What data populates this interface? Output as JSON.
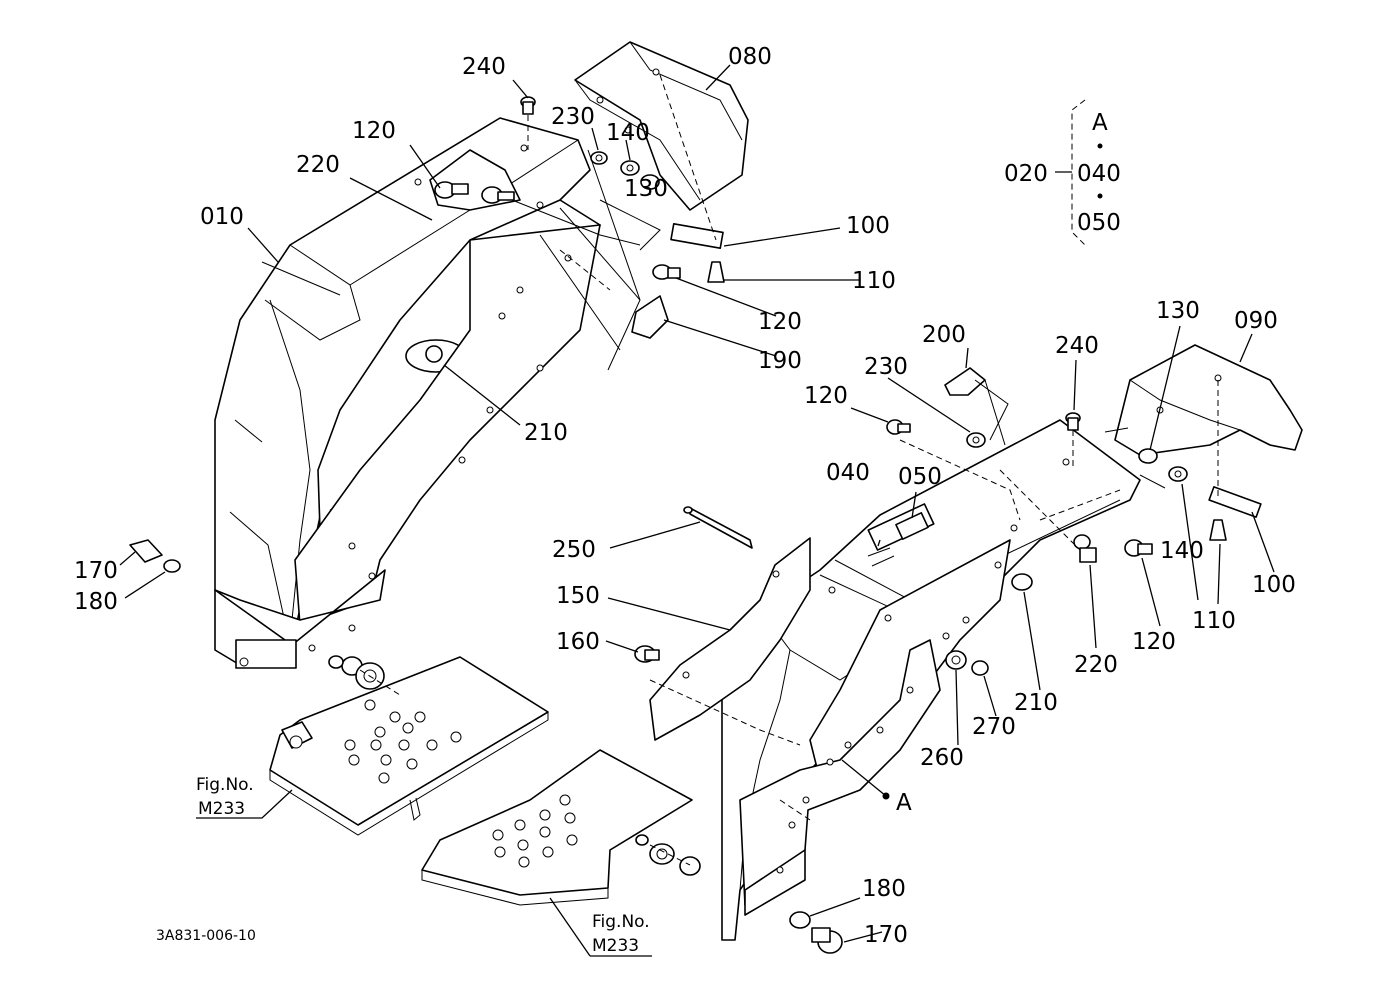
{
  "diagram": {
    "code": "3A831-006-10",
    "callouts": {
      "c240a": "240",
      "c080": "080",
      "c230a": "230",
      "c140a": "140",
      "c120a": "120",
      "c220a": "220",
      "c010": "010",
      "c130a": "130",
      "c100a": "100",
      "c110a": "110",
      "c120b": "120",
      "c190": "190",
      "c210a": "210",
      "c170a": "170",
      "c180a": "180",
      "c200": "200",
      "c230b": "230",
      "c120c": "120",
      "c240b": "240",
      "c130b": "130",
      "c090": "090",
      "c040": "040",
      "c050": "050",
      "c250": "250",
      "c150": "150",
      "c160": "160",
      "c220b": "220",
      "c120d": "120",
      "c140b": "140",
      "c110b": "110",
      "c100b": "100",
      "c210b": "210",
      "c270": "270",
      "c260": "260",
      "cA": "A",
      "c180b": "180",
      "c170b": "170"
    },
    "set_box": {
      "letter": "A",
      "parent": "020",
      "item1": "040",
      "item2": "050"
    },
    "fig_refs": [
      {
        "label": "Fig.No.",
        "ref": "M233"
      },
      {
        "label": "Fig.No.",
        "ref": "M233"
      }
    ]
  }
}
